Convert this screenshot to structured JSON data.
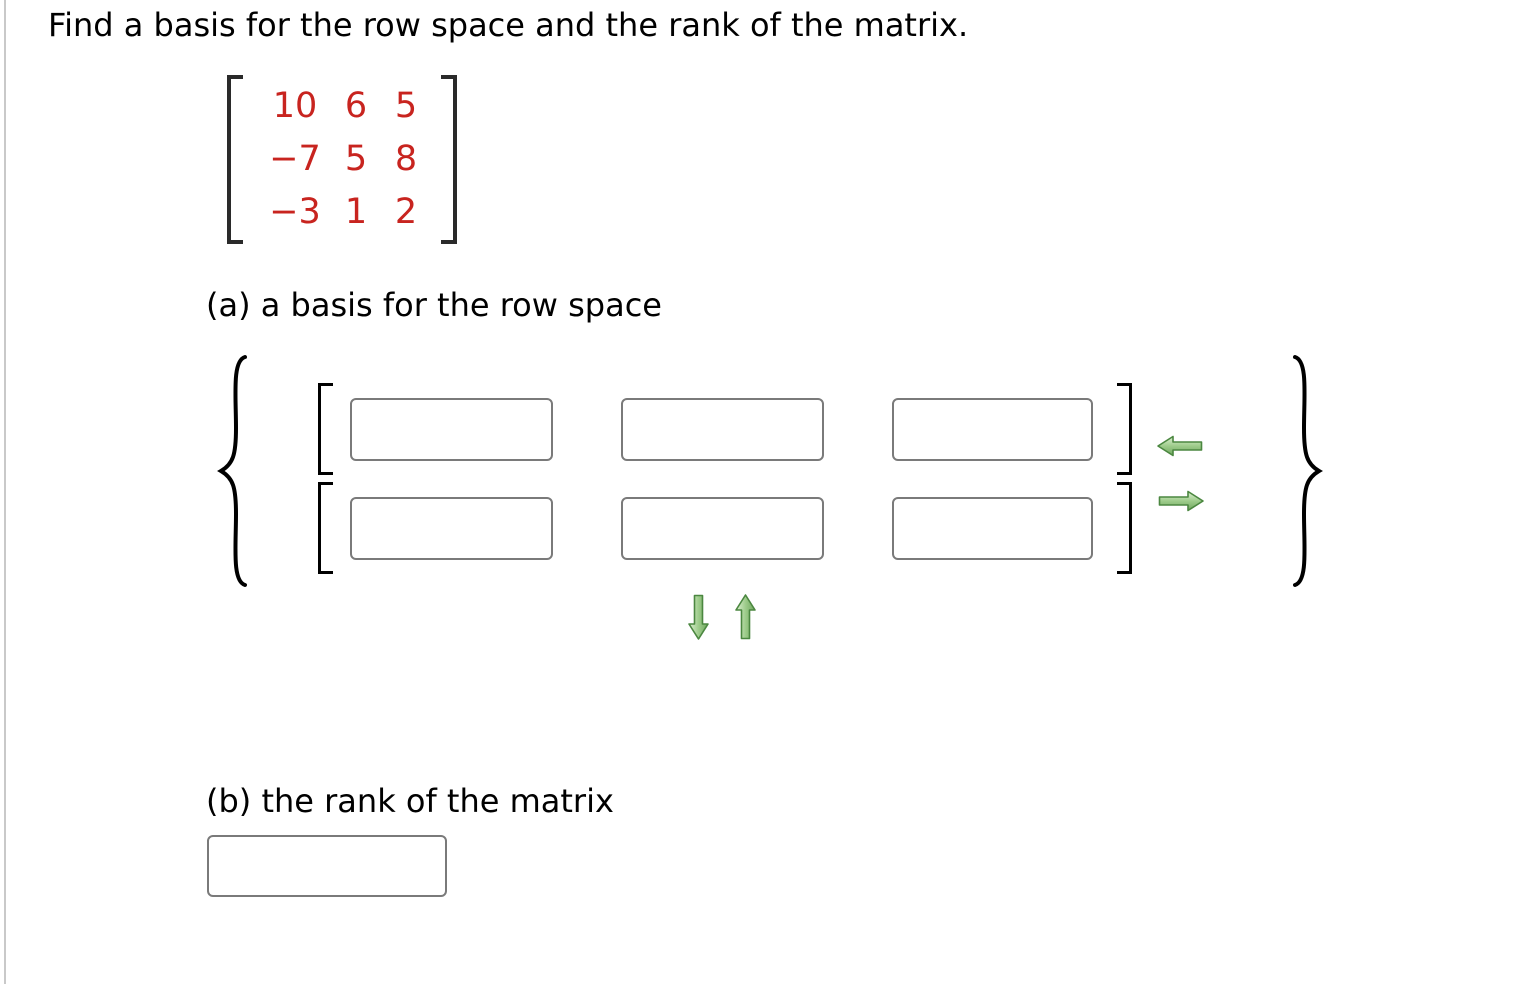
{
  "title": "Find a basis for the row space and the rank of the matrix.",
  "matrix": {
    "rows": [
      [
        "10",
        "6",
        "5"
      ],
      [
        "−7",
        "5",
        "8"
      ],
      [
        "−3",
        "1",
        "2"
      ]
    ]
  },
  "part_a": {
    "label": "(a) a basis for the row space",
    "vector1": [
      "",
      "",
      ""
    ],
    "vector2": [
      "",
      "",
      ""
    ]
  },
  "part_b": {
    "label": "(b) the rank of the matrix",
    "value": ""
  },
  "icons": {
    "left_arrow": "⬅",
    "right_arrow": "➡",
    "down_arrow": "⬇",
    "up_arrow": "⬆"
  },
  "colors": {
    "matrix_values": "#c8241f",
    "arrow_green_light": "#ddefd2",
    "arrow_green_mid": "#9ecc8b",
    "arrow_green_dark": "#6fa75e",
    "arrow_green_border": "#4b8740",
    "input_border": "#7a7a7a",
    "bracket_black": "#000000",
    "left_edge_line": "#c9c9c9"
  }
}
